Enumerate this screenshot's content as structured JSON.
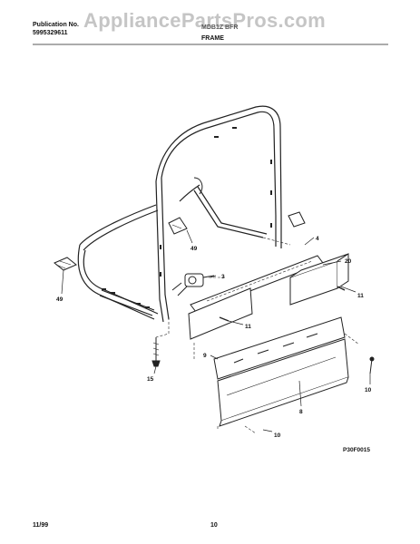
{
  "header": {
    "publication_label": "Publication No.",
    "publication_number": "5995329611",
    "watermark": "AppliancePartsPros.com",
    "model": "MDB1Z BFR",
    "section_title": "FRAME"
  },
  "diagram": {
    "part_labels": [
      "4",
      "49",
      "3",
      "20",
      "49",
      "11",
      "11",
      "9",
      "15",
      "10",
      "8",
      "10"
    ],
    "figure_code": "P30F0015"
  },
  "footer": {
    "date": "11/99",
    "page": "10"
  },
  "colors": {
    "line": "#222222",
    "watermark": "#969696"
  }
}
